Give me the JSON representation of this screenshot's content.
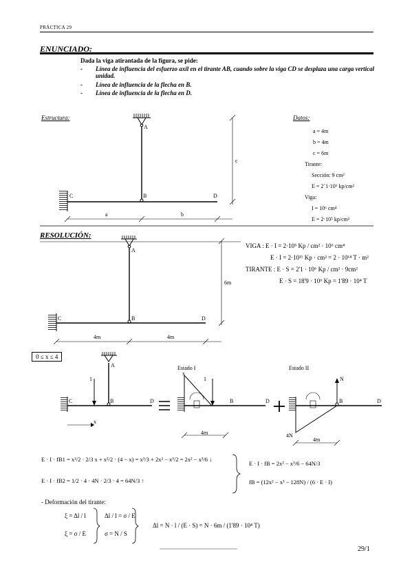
{
  "header": {
    "practice": "PRÁCTICA 29"
  },
  "enunciado": {
    "title": "ENUNCIADO:",
    "intro": "Dada la viga atirantada de la figura, se pide:",
    "items": [
      "Línea de influencia del esfuerzo axil en el tirante AB, cuando sobre la viga CD se desplaza una carga vertical unidad.",
      "Línea de influencia de la flecha en B.",
      "Línea de influencia de la flecha en D."
    ]
  },
  "structure": {
    "label": "Estructura:",
    "points": {
      "A": "A",
      "B": "B",
      "C": "C",
      "D": "D"
    },
    "dims": {
      "a": "a",
      "b": "b",
      "c": "c"
    }
  },
  "datos": {
    "label": "Datos:",
    "lines": [
      "a = 4m",
      "b = 4m",
      "c = 6m",
      "Tirante:",
      "Sección: 9 cm²",
      "E = 2´1·10⁶ kp/cm²",
      "Viga:",
      "I = 10⁶ cm⁴",
      "E = 2·10⁵ kp/cm²"
    ]
  },
  "resolucion": {
    "title": "RESOLUCIÓN:",
    "dims": {
      "span1": "4m",
      "span2": "4m",
      "height": "6m"
    },
    "eqs": [
      "VIGA : E · I = 2·10⁵ Kp / cm² · 10⁶ cm⁴",
      "E · I = 2·10¹¹ Kp · cm² = 2 · 10¹⁴ T · m²",
      "TIRANTE : E · S = 2'1 · 10⁶ Kp / cm² · 9cm²",
      "E · S = 18'9 · 10⁶ Kp = 1'89 · 10⁴ T"
    ]
  },
  "case": {
    "range": "0 ≤ x ≤ 4",
    "estado1": "Estado I",
    "estado2": "Estado II",
    "load": "1",
    "x": "x",
    "n": "N",
    "n4": "4N",
    "len": "4m",
    "eq1": "E · I · fB1 = x²/2 · 2/3 x + x²/2 · (4 − x) = x³/3 + 2x² − x³/2 = 2x² − x³/6 ↓",
    "eq2": "E · I · fB2 = 1/2 · 4 · 4N · 2/3 · 4 = 64N/3 ↑",
    "eq3": "E · I · fB = 2x² − x³/6 − 64N/3",
    "eq4": "fB = (12x² − x³ − 128N) / (6 · E · I)",
    "deform_title": "- Deformación del tirante:",
    "eq5": "ξ = Δl / l",
    "eq6": "ξ = σ / E",
    "eq7": "Δl / l = σ / E",
    "eq8": "σ = N / S",
    "eq9": "Δl = N · l / (E · S) = N · 6m / (1'89 · 10⁴ T)"
  },
  "footer": {
    "page": "29/1"
  }
}
